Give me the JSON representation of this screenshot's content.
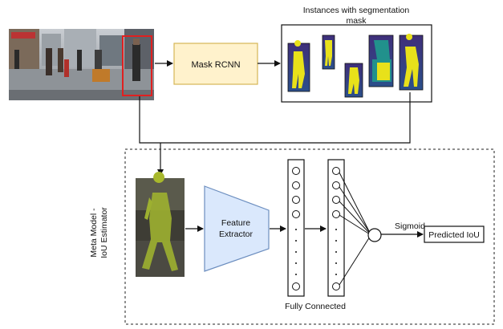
{
  "diagram": {
    "mask_rcnn_label": "Mask RCNN",
    "instances_title_line1": "Instances with segmentation",
    "instances_title_line2": "mask",
    "meta_model_line1": "Meta Model -",
    "meta_model_line2": "IoU Estimator",
    "feature_extractor_line1": "Feature",
    "feature_extractor_line2": "Extractor",
    "sigmoid_label": "Sigmoid",
    "predicted_iou_label": "Predicted IoU",
    "fully_connected_label": "Fully Connected"
  },
  "colors": {
    "mask_rcnn_fill": "#fff2cc",
    "mask_rcnn_stroke": "#d6b656",
    "feature_extractor_fill": "#dae8fc",
    "feature_extractor_stroke": "#6c8ebf",
    "mask_background": "#3b2a6b",
    "mask_foreground": "#e8e11a",
    "mask_teal": "#21918c",
    "bbox_red": "#e02020"
  }
}
